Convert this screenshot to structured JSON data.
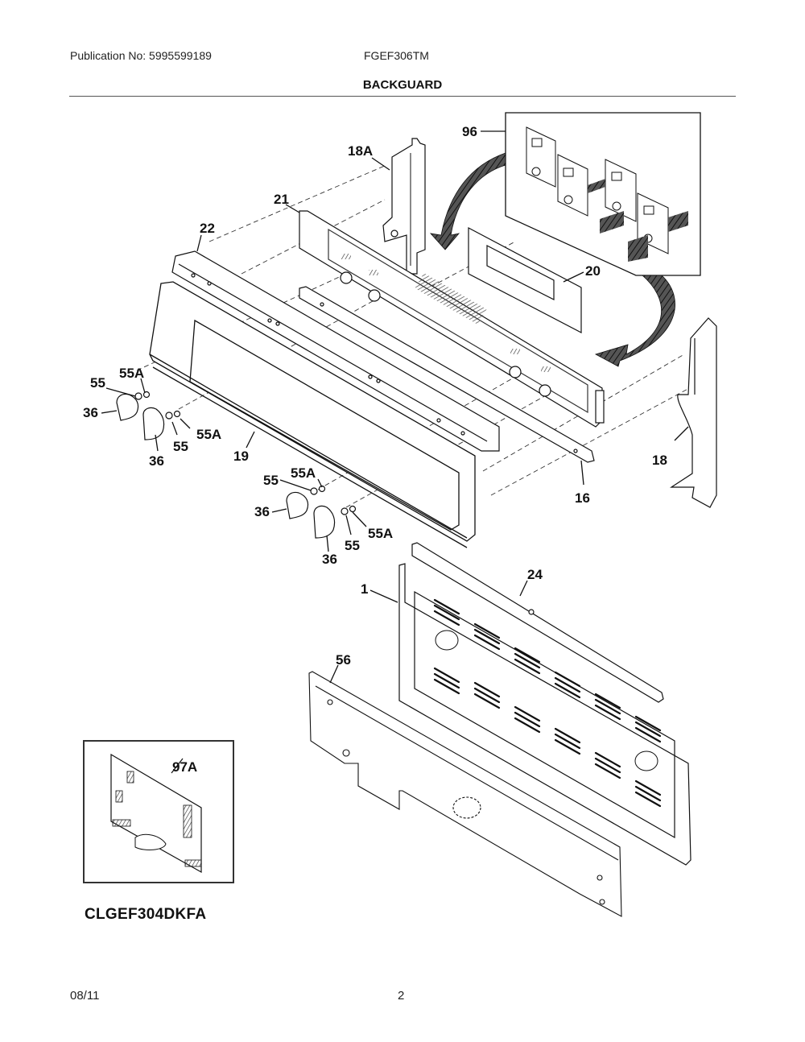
{
  "header": {
    "publication": "Publication No: 5995599189",
    "model": "FGEF306TM",
    "section_title": "BACKGUARD"
  },
  "callouts": {
    "p1": "1",
    "p16": "16",
    "p18": "18",
    "p18A": "18A",
    "p19": "19",
    "p20": "20",
    "p21": "21",
    "p22": "22",
    "p24": "24",
    "p36a": "36",
    "p36b": "36",
    "p36c": "36",
    "p36d": "36",
    "p55a": "55",
    "p55b": "55",
    "p55c": "55",
    "p55d": "55",
    "p55Aa": "55A",
    "p55Ab": "55A",
    "p55Ac": "55A",
    "p55Ad": "55A",
    "p56": "56",
    "p96": "96",
    "p97A": "97A"
  },
  "inset": {
    "variant_label": "CLGEF304DKFA"
  },
  "footer": {
    "date": "08/11",
    "page": "2"
  }
}
